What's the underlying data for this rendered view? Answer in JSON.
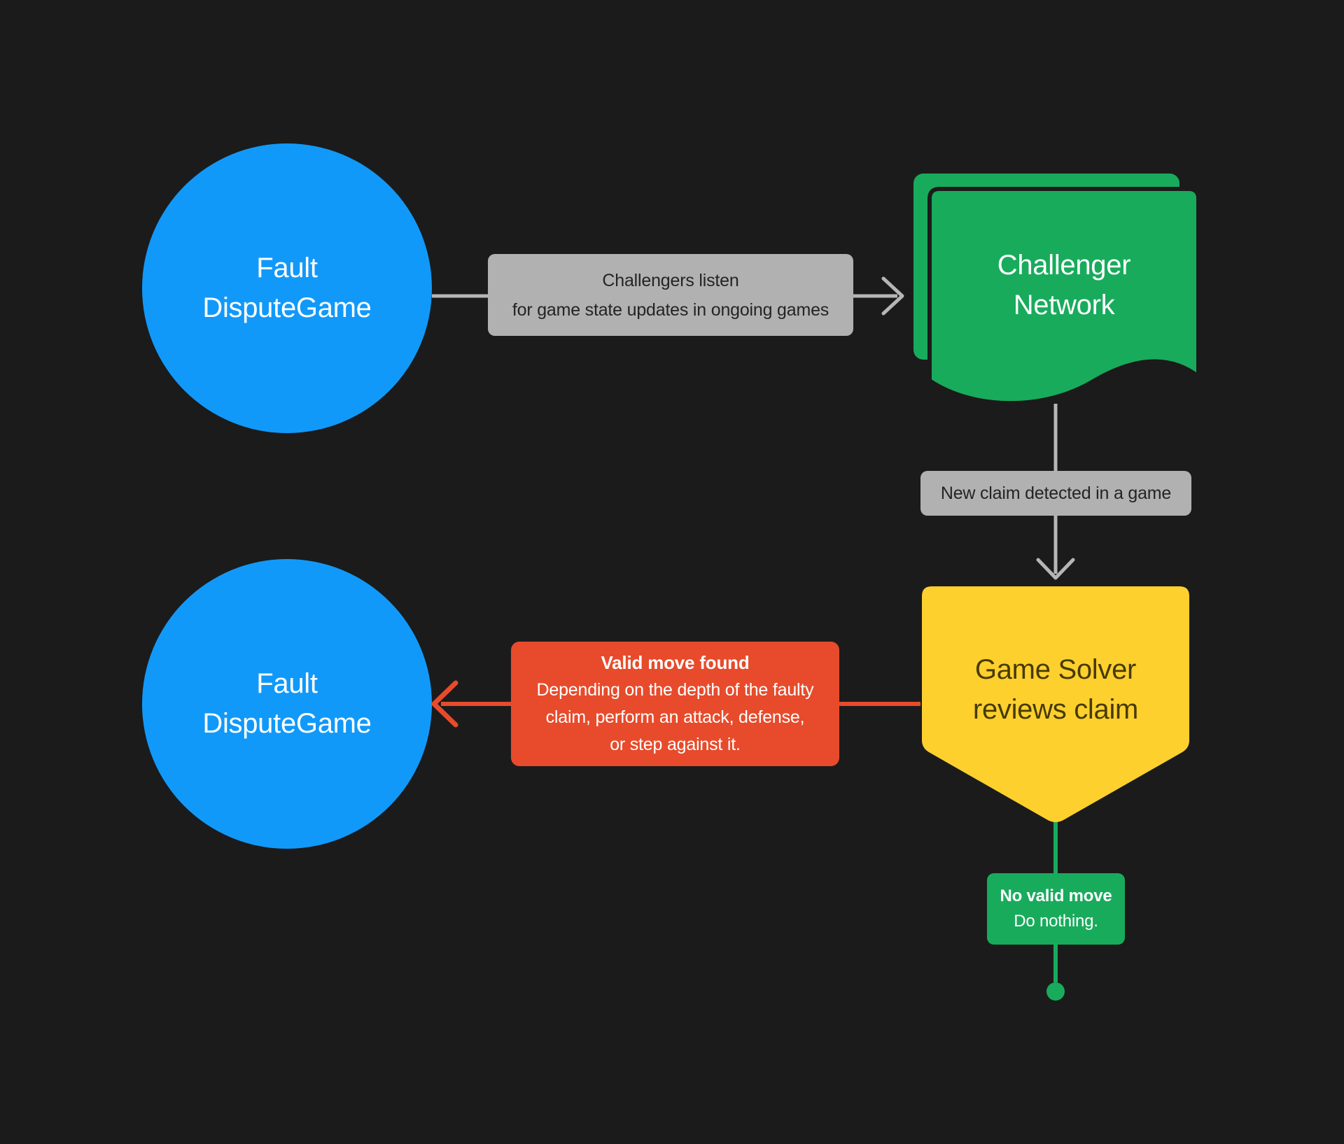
{
  "palette": {
    "background": "#1b1b1b",
    "blue": "#1199fa",
    "green": "#18ab5c",
    "yellow": "#fdd02e",
    "red": "#e74b2b",
    "gray_label_bg": "#b1b1b1",
    "gray_label_text": "#242424",
    "arrow_gray": "#b6b6b6",
    "text_on_yellow": "#473a04",
    "text_white": "#ffffff"
  },
  "nodes": {
    "fault_top": {
      "label": "Fault\nDisputeGame",
      "shape": "circle",
      "color": "#1199fa"
    },
    "challenger_network": {
      "label": "Challenger\nNetwork",
      "shape": "stacked-documents",
      "color": "#18ab5c"
    },
    "game_solver": {
      "label": "Game Solver\nreviews claim",
      "shape": "pentagon-down",
      "color": "#fdd02e"
    },
    "fault_bottom": {
      "label": "Fault\nDisputeGame",
      "shape": "circle",
      "color": "#1199fa"
    }
  },
  "edges": {
    "challengers_listen": {
      "label": "Challengers listen\nfor game state updates in ongoing games",
      "from": "fault_top",
      "to": "challenger_network",
      "color": "#b6b6b6"
    },
    "new_claim": {
      "label": "New claim detected in a game",
      "from": "challenger_network",
      "to": "game_solver",
      "color": "#b6b6b6"
    },
    "valid_move": {
      "title": "Valid move found",
      "body": "Depending on the depth of the faulty\nclaim, perform an attack, defense,\nor step against it.",
      "from": "game_solver",
      "to": "fault_bottom",
      "color": "#e74b2b"
    },
    "no_valid_move": {
      "title": "No valid move",
      "body": "Do nothing.",
      "from": "game_solver",
      "to": "terminal-dot",
      "color": "#18ab5c"
    }
  }
}
